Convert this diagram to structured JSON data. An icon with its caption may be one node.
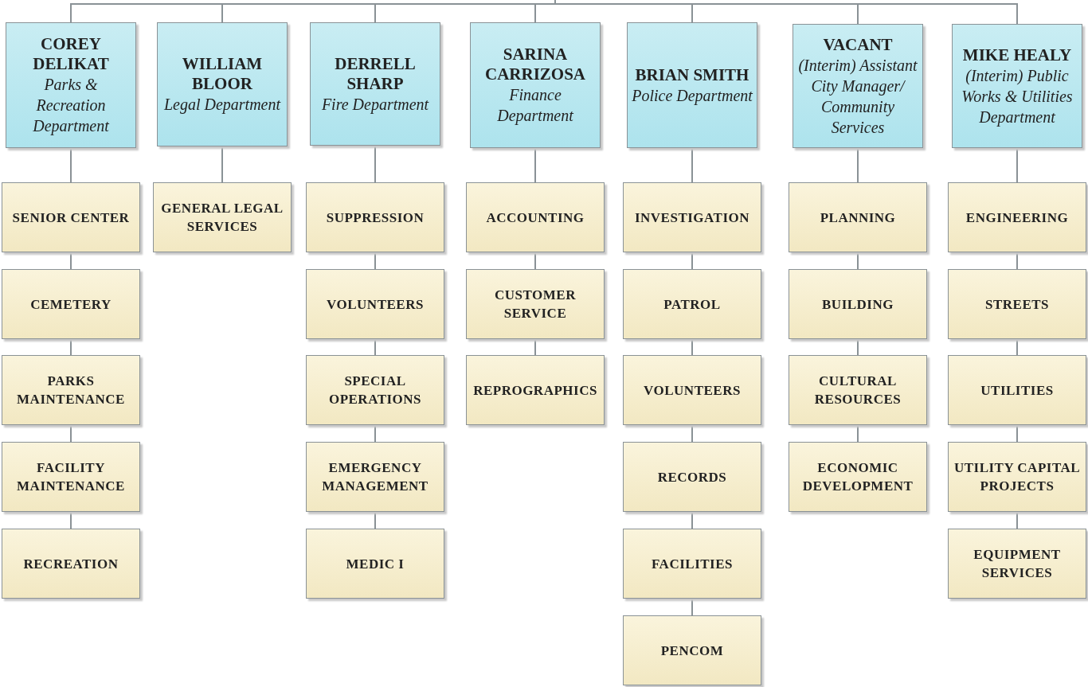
{
  "diagram": {
    "nodes": [
      {
        "text": [
          "COREY DELIKAT",
          "Parks & Recreation Department"
        ]
      },
      {
        "text": [
          "WILLIAM BLOOR",
          "Legal Department"
        ]
      },
      {
        "text": [
          "DERRELL SHARP",
          "Fire Department"
        ]
      },
      {
        "text": [
          "SARINA CARRIZOSA",
          "Finance Department"
        ]
      },
      {
        "text": [
          "BRIAN SMITH",
          "Police Department"
        ]
      },
      {
        "text": [
          "VACANT",
          "(Interim) Assistant City Manager/ Community Services"
        ]
      },
      {
        "text": [
          "MIKE HEALY",
          "(Interim) Public Works & Utilities Department"
        ]
      },
      {
        "text": [
          "SENIOR CENTER"
        ]
      },
      {
        "text": [
          "CEMETERY"
        ]
      },
      {
        "text": [
          "PARKS MAINTENANCE"
        ]
      },
      {
        "text": [
          "FACILITY MAINTENANCE"
        ]
      },
      {
        "text": [
          "RECREATION"
        ]
      },
      {
        "text": [
          "GENERAL LEGAL SERVICES"
        ]
      },
      {
        "text": [
          "SUPPRESSION"
        ]
      },
      {
        "text": [
          "VOLUNTEERS"
        ]
      },
      {
        "text": [
          "SPECIAL OPERATIONS"
        ]
      },
      {
        "text": [
          "EMERGENCY MANAGEMENT"
        ]
      },
      {
        "text": [
          "MEDIC I"
        ]
      },
      {
        "text": [
          "ACCOUNTING"
        ]
      },
      {
        "text": [
          "CUSTOMER SERVICE"
        ]
      },
      {
        "text": [
          "REPROGRAPHICS"
        ]
      },
      {
        "text": [
          "INVESTIGATION"
        ]
      },
      {
        "text": [
          "PATROL"
        ]
      },
      {
        "text": [
          "VOLUNTEERS"
        ]
      },
      {
        "text": [
          "RECORDS"
        ]
      },
      {
        "text": [
          "FACILITIES"
        ]
      },
      {
        "text": [
          "PENCOM"
        ]
      },
      {
        "text": [
          "PLANNING"
        ]
      },
      {
        "text": [
          "BUILDING"
        ]
      },
      {
        "text": [
          "CULTURAL RESOURCES"
        ]
      },
      {
        "text": [
          "ECONOMIC DEVELOPMENT"
        ]
      },
      {
        "text": [
          "ENGINEERING"
        ]
      },
      {
        "text": [
          "STREETS"
        ]
      },
      {
        "text": [
          "UTILITIES"
        ]
      },
      {
        "text": [
          "UTILITY CAPITAL PROJECTS"
        ]
      },
      {
        "text": [
          "EQUIPMENT SERVICES"
        ]
      }
    ],
    "edges": [
      {
        "from": null,
        "to": 0,
        "arrow": "none"
      },
      {
        "from": null,
        "to": 1,
        "arrow": "none"
      },
      {
        "from": null,
        "to": 2,
        "arrow": "none"
      },
      {
        "from": null,
        "to": 3,
        "arrow": "none"
      },
      {
        "from": null,
        "to": 4,
        "arrow": "none"
      },
      {
        "from": null,
        "to": 5,
        "arrow": "none"
      },
      {
        "from": null,
        "to": 6,
        "arrow": "none"
      },
      {
        "from": 0,
        "to": 7,
        "arrow": "none"
      },
      {
        "from": 7,
        "to": 8,
        "arrow": "none"
      },
      {
        "from": 8,
        "to": 9,
        "arrow": "none"
      },
      {
        "from": 9,
        "to": 10,
        "arrow": "none"
      },
      {
        "from": 10,
        "to": 11,
        "arrow": "none"
      },
      {
        "from": 1,
        "to": 12,
        "arrow": "none"
      },
      {
        "from": 2,
        "to": 13,
        "arrow": "none"
      },
      {
        "from": 13,
        "to": 14,
        "arrow": "none"
      },
      {
        "from": 14,
        "to": 15,
        "arrow": "none"
      },
      {
        "from": 15,
        "to": 16,
        "arrow": "none"
      },
      {
        "from": 16,
        "to": 17,
        "arrow": "none"
      },
      {
        "from": 3,
        "to": 18,
        "arrow": "none"
      },
      {
        "from": 18,
        "to": 19,
        "arrow": "none"
      },
      {
        "from": 19,
        "to": 20,
        "arrow": "none"
      },
      {
        "from": 4,
        "to": 21,
        "arrow": "none"
      },
      {
        "from": 21,
        "to": 22,
        "arrow": "none"
      },
      {
        "from": 22,
        "to": 23,
        "arrow": "none"
      },
      {
        "from": 23,
        "to": 24,
        "arrow": "none"
      },
      {
        "from": 24,
        "to": 25,
        "arrow": "none"
      },
      {
        "from": 25,
        "to": 26,
        "arrow": "none"
      },
      {
        "from": 5,
        "to": 27,
        "arrow": "none"
      },
      {
        "from": 27,
        "to": 28,
        "arrow": "none"
      },
      {
        "from": 28,
        "to": 29,
        "arrow": "none"
      },
      {
        "from": 29,
        "to": 30,
        "arrow": "none"
      },
      {
        "from": 6,
        "to": 31,
        "arrow": "none"
      },
      {
        "from": 31,
        "to": 32,
        "arrow": "none"
      },
      {
        "from": 32,
        "to": 33,
        "arrow": "none"
      },
      {
        "from": 33,
        "to": 34,
        "arrow": "none"
      },
      {
        "from": 34,
        "to": 35,
        "arrow": "none"
      }
    ]
  }
}
